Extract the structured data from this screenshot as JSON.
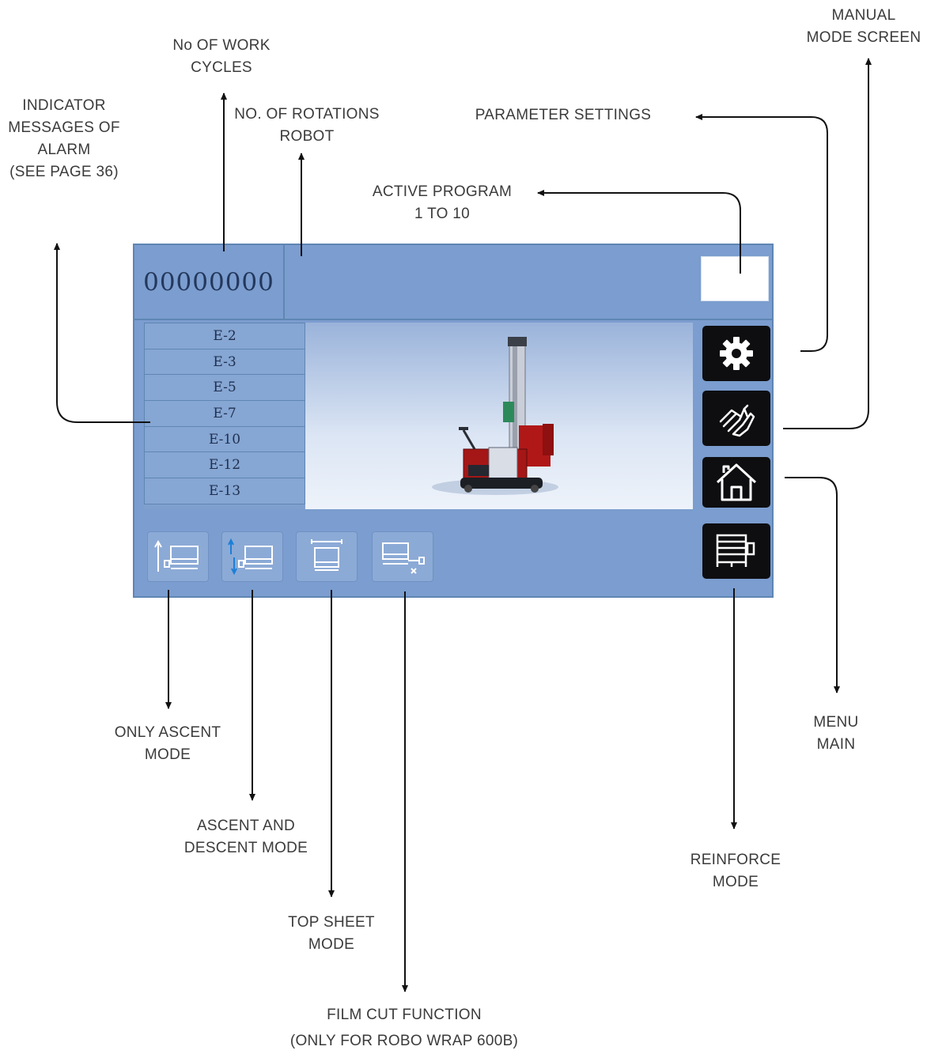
{
  "callouts": {
    "work_cycles": [
      "No OF WORK",
      "CYCLES"
    ],
    "rotations": [
      "NO. OF ROTATIONS",
      "ROBOT"
    ],
    "alarm": [
      "INDICATOR",
      "MESSAGES OF",
      "ALARM",
      "(SEE PAGE 36)"
    ],
    "parameter_settings": [
      "PARAMETER SETTINGS"
    ],
    "manual_mode": [
      "MANUAL",
      "MODE SCREEN"
    ],
    "active_program": [
      "ACTIVE PROGRAM",
      "1 TO 10"
    ],
    "only_ascent": [
      "ONLY ASCENT",
      "MODE"
    ],
    "ascent_descent": [
      "ASCENT AND",
      "DESCENT MODE"
    ],
    "top_sheet": [
      "TOP SHEET",
      "MODE"
    ],
    "film_cut": [
      "FILM CUT FUNCTION",
      "(ONLY FOR ROBO WRAP 600B)"
    ],
    "reinforce": [
      "REINFORCE",
      "MODE"
    ],
    "menu_main": [
      "MENU",
      "MAIN"
    ]
  },
  "screen": {
    "cycle_counter": "00000000",
    "active_program_value": "",
    "alarms": [
      "E-2",
      "E-3",
      "E-5",
      "E-7",
      "E-10",
      "E-12",
      "E-13"
    ],
    "side_buttons": [
      "gear-icon",
      "hand-icon",
      "home-icon",
      "reinforce-icon"
    ],
    "bottom_buttons": [
      "only-ascent-icon",
      "ascent-descent-icon",
      "top-sheet-icon",
      "film-cut-icon"
    ]
  },
  "colors": {
    "panel": "#7b9dcf",
    "button_dark": "#0e0e10",
    "counter_text": "#24385d",
    "robot_red": "#b01818"
  }
}
